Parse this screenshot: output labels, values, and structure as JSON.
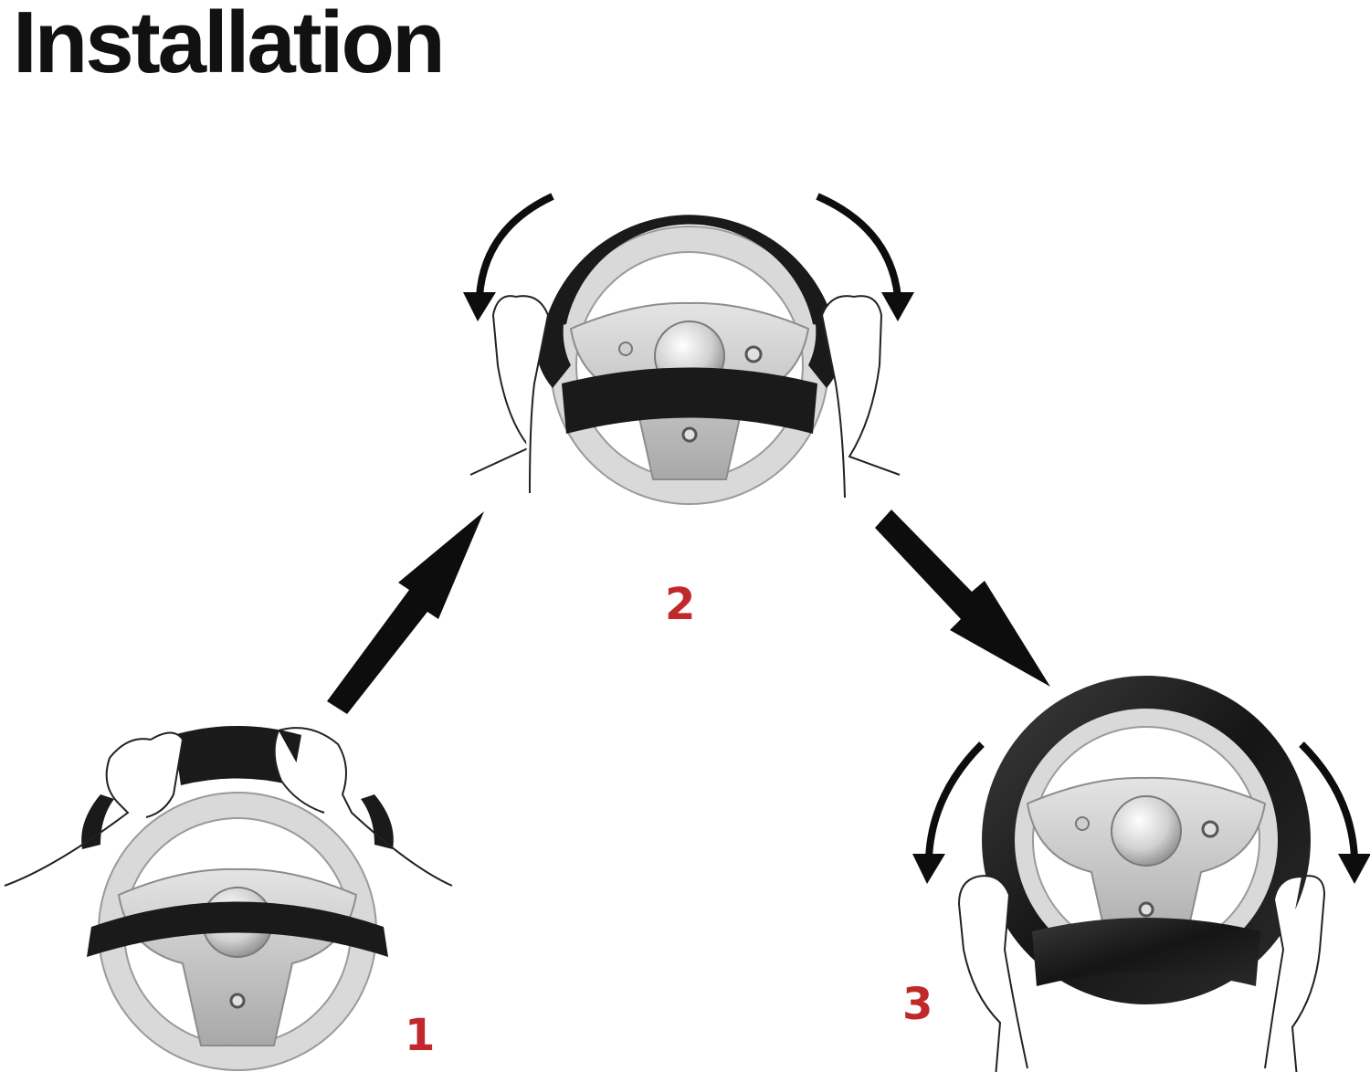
{
  "title": "Installation",
  "steps": [
    {
      "label": "1"
    },
    {
      "label": "2"
    },
    {
      "label": "3"
    }
  ],
  "colors": {
    "cover": "#1a1a1a",
    "wheel": "#d9d9d9",
    "wheel_outline": "#9a9a9a",
    "hub": "#bfbfbf",
    "step_number": "#c0282b",
    "arrow": "#0d0d0d",
    "background": "#ffffff"
  },
  "icons": [
    "steering-wheel-icon",
    "hand-icon",
    "curved-arrow-icon",
    "arrow-up-right-icon",
    "arrow-down-right-icon"
  ]
}
